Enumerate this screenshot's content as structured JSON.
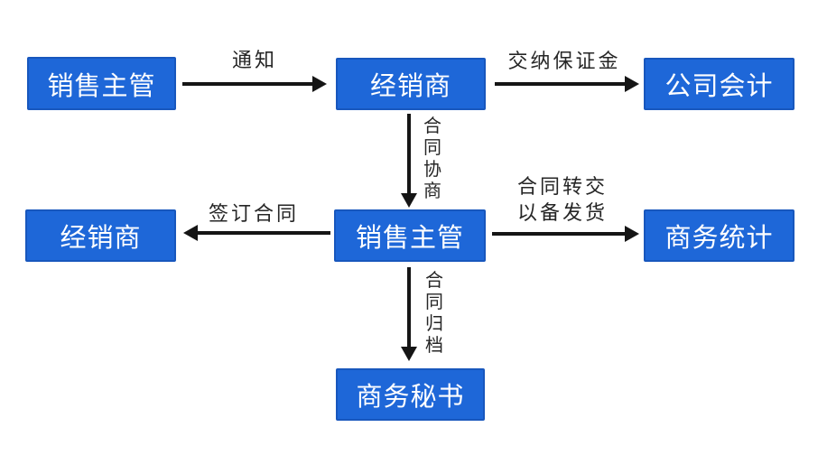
{
  "diagram": {
    "title": "contract-workflow-flowchart",
    "colors": {
      "background": "#ffffff",
      "box_fill": "#1e67d8",
      "box_border": "#1857bd",
      "box_text": "#ffffff",
      "arrow": "#151515",
      "label": "#262626"
    },
    "nodes": {
      "sales_manager_top": "销售主管",
      "distributor_top": "经销商",
      "company_accountant": "公司会计",
      "distributor_left": "经销商",
      "sales_manager_mid": "销售主管",
      "business_statistics": "商务统计",
      "business_secretary": "商务秘书"
    },
    "edges": {
      "notify": "通知",
      "pay_deposit": "交纳保证金",
      "contract_negotiation": "合同协商",
      "sign_contract": "签订合同",
      "contract_transfer": "合同转交\n以备发货",
      "contract_archive": "合同归档"
    }
  }
}
